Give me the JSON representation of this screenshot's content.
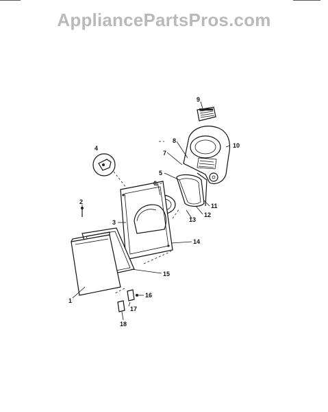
{
  "watermark": "AppliancePartsPros.com",
  "callouts": [
    "1",
    "2",
    "3",
    "4",
    "5",
    "6",
    "7",
    "8",
    "9",
    "10",
    "11",
    "12",
    "13",
    "14",
    "15",
    "16",
    "17",
    "18"
  ]
}
